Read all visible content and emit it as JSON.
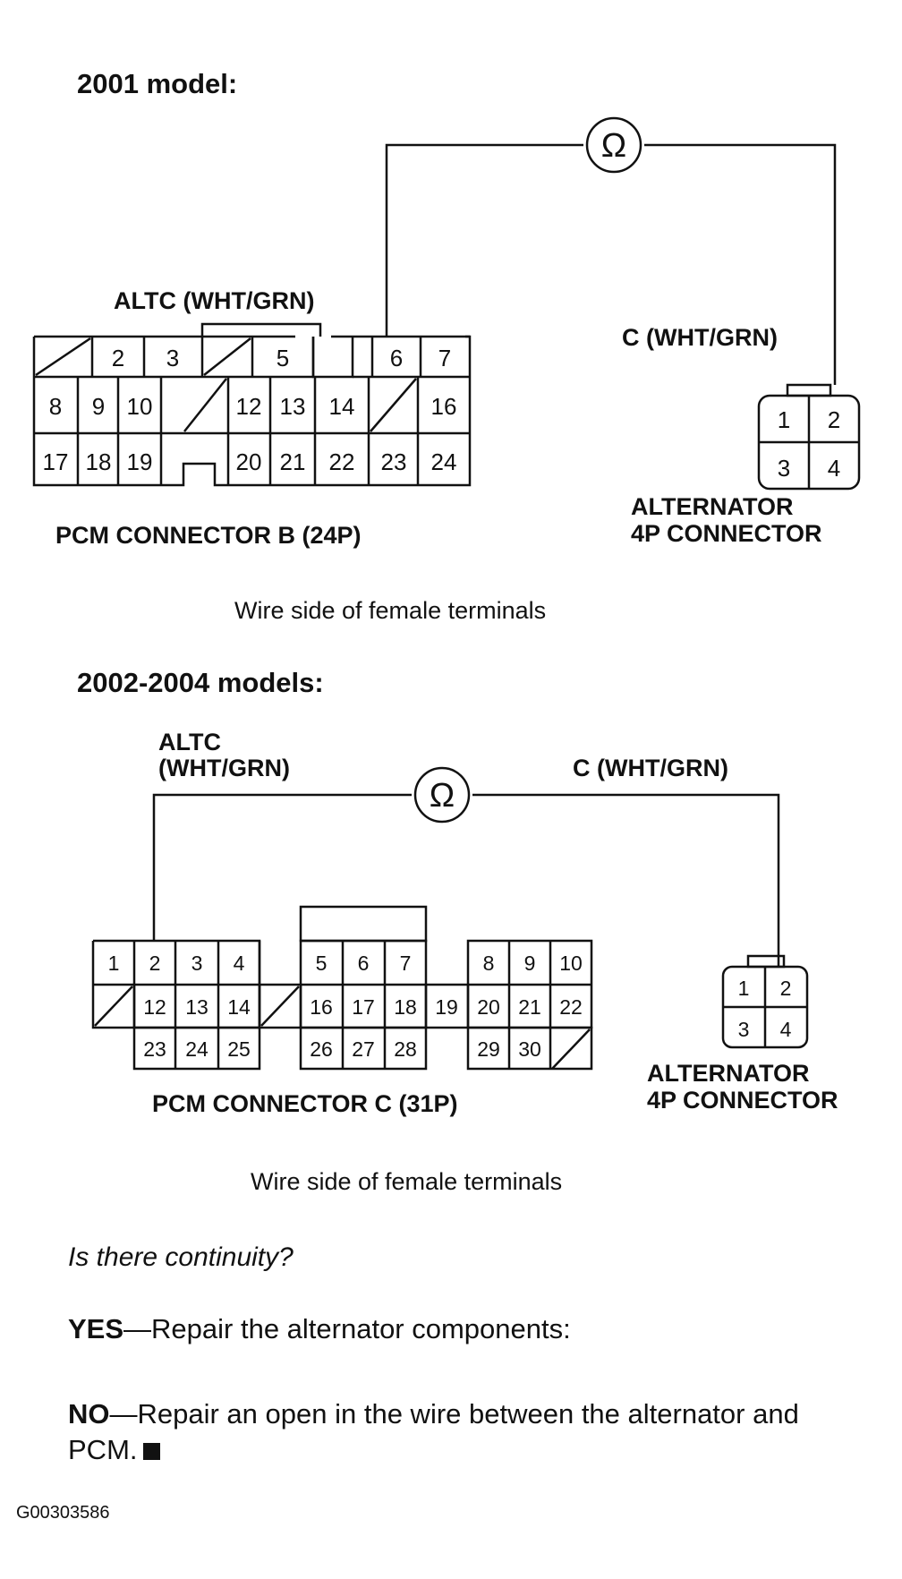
{
  "section_2001": {
    "heading": "2001 model:",
    "pcm_wire_label": "ALTC (WHT/GRN)",
    "alt_wire_label": "C (WHT/GRN)",
    "pcm_connector_name": "PCM CONNECTOR  B (24P)",
    "alt_connector_name": [
      "ALTERNATOR",
      "4P CONNECTOR"
    ],
    "caption": "Wire side of female terminals",
    "meter_symbol": "Ω",
    "pcm_rows": [
      [
        "",
        "2",
        "3",
        "",
        "5",
        "",
        "6",
        "7"
      ],
      [
        "8",
        "9",
        "10",
        "",
        "12",
        "13",
        "14",
        "",
        "16"
      ],
      [
        "17",
        "18",
        "19",
        "",
        "20",
        "21",
        "22",
        "23",
        "24"
      ]
    ],
    "alt_pins": [
      "1",
      "2",
      "3",
      "4"
    ]
  },
  "section_2002": {
    "heading": "2002-2004 models:",
    "pcm_wire_label": [
      "ALTC",
      "(WHT/GRN)"
    ],
    "alt_wire_label": "C (WHT/GRN)",
    "pcm_connector_name": "PCM CONNECTOR C (31P)",
    "alt_connector_name": [
      "ALTERNATOR",
      "4P CONNECTOR"
    ],
    "caption": "Wire side of female terminals",
    "meter_symbol": "Ω",
    "pcm_rows": [
      [
        "1",
        "2",
        "3",
        "4",
        "5",
        "6",
        "7",
        "8",
        "9",
        "10"
      ],
      [
        "12",
        "13",
        "14",
        "16",
        "17",
        "18",
        "19",
        "20",
        "21",
        "22"
      ],
      [
        "23",
        "24",
        "25",
        "26",
        "27",
        "28",
        "29",
        "30"
      ]
    ],
    "alt_pins": [
      "1",
      "2",
      "3",
      "4"
    ]
  },
  "question": "Is there continuity?",
  "yes": {
    "label": "YES",
    "text": "Repair the alternator components:"
  },
  "no": {
    "label": "NO",
    "text": "Repair an open in the wire between the alternator and PCM."
  },
  "figure_id": "G00303586"
}
